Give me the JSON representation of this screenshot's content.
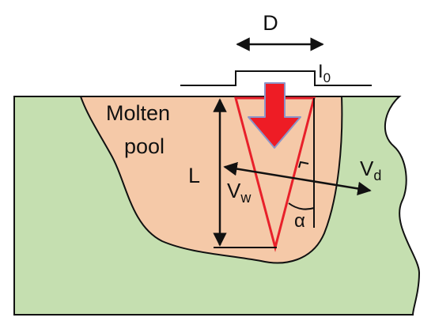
{
  "diagram": {
    "labels": {
      "beam_diameter": "D",
      "intensity_main": "I",
      "intensity_sub": "0",
      "pool_line1": "Molten",
      "pool_line2": "pool",
      "depth": "L",
      "wall_velocity_main": "V",
      "wall_velocity_sub": "w",
      "drill_velocity_main": "V",
      "drill_velocity_sub": "d",
      "angle": "α"
    },
    "colors": {
      "substrate": "#c5dfb0",
      "molten_pool": "#f5c9a8",
      "keyhole_outline": "#e8202a",
      "beam_arrow": "#ee1c25",
      "beam_arrow_edge": "#8c95c8",
      "lines": "#111111"
    }
  }
}
